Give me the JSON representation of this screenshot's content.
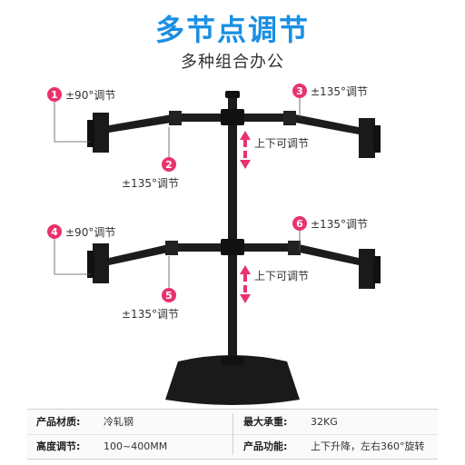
{
  "header": {
    "title": "多节点调节",
    "subtitle": "多种组合办公"
  },
  "colors": {
    "title": "#1a8fe3",
    "badge": "#e8336d",
    "arrow": "#e8336d",
    "metal": "#1c1c1c"
  },
  "annotations": [
    {
      "num": "1",
      "text": "±90°调节"
    },
    {
      "num": "2",
      "text": "±135°调节"
    },
    {
      "num": "3",
      "text": "±135°调节"
    },
    {
      "num": "4",
      "text": "±90°调节"
    },
    {
      "num": "5",
      "text": "±135°调节"
    },
    {
      "num": "6",
      "text": "±135°调节"
    }
  ],
  "height_label_top": "上下可调节",
  "height_label_bottom": "上下可调节",
  "specs": {
    "material_key": "产品材质:",
    "material_val": "冷轧钢",
    "load_key": "最大承重:",
    "load_val": "32KG",
    "height_key": "高度调节:",
    "height_val": "100~400MM",
    "function_key": "产品功能:",
    "function_val": "上下升降，左右360°旋转"
  }
}
